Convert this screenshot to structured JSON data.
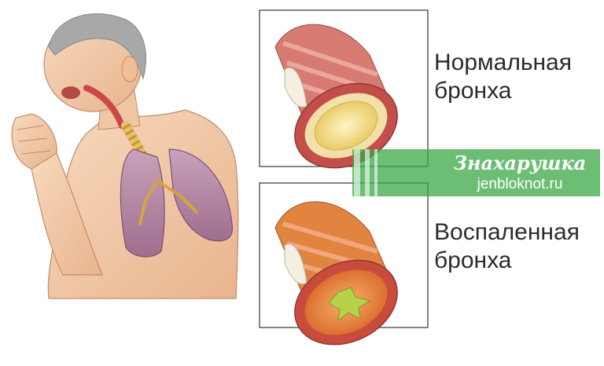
{
  "labels": {
    "normal": [
      "Нормальная",
      "бронха"
    ],
    "inflamed": [
      "Воспаленная",
      "бронха"
    ]
  },
  "watermark": {
    "title": "Знахарушка",
    "subtitle": "jenbloknot.ru",
    "color": "#3aa845"
  },
  "colors": {
    "skin": "#f3c9a8",
    "lung": "#b78aa6",
    "bronchus_wall": "#c85a52",
    "lumen_normal": "#f2d77a",
    "lumen_inflamed": "#e88a3a",
    "frame": "#333333"
  }
}
